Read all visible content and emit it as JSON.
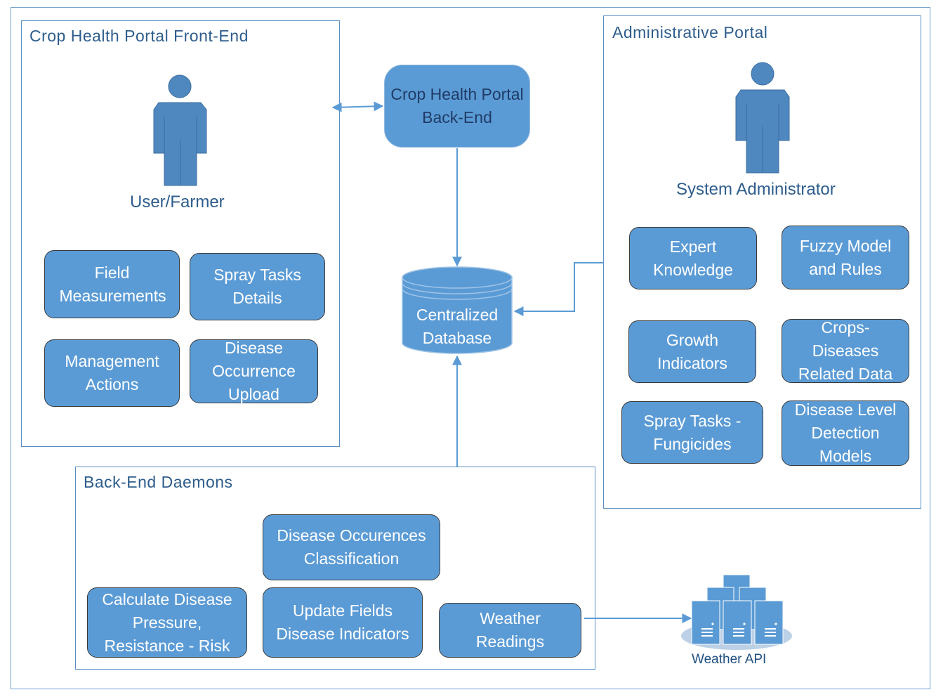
{
  "frontend": {
    "title": "Crop Health Portal Front-End",
    "actor": "User/Farmer",
    "boxes": [
      "Field Measurements",
      "Spray Tasks Details",
      "Management Actions",
      "Disease Occurrence Upload"
    ]
  },
  "backend": {
    "label": "Crop Health Portal Back-End"
  },
  "database": {
    "label": "Centralized Database"
  },
  "admin": {
    "title": "Administrative Portal",
    "actor": "System Administrator",
    "boxes": [
      "Expert Knowledge",
      "Fuzzy Model and Rules",
      "Growth Indicators",
      "Crops-Diseases Related Data",
      "Spray Tasks - Fungicides",
      "Disease Level Detection Models"
    ]
  },
  "daemons": {
    "title": "Back-End Daemons",
    "boxes": [
      "Disease Occurences Classification",
      "Calculate Disease Pressure, Resistance - Risk",
      "Update Fields Disease Indicators",
      "Weather Readings"
    ]
  },
  "weather_api": {
    "label": "Weather API"
  },
  "colors": {
    "box_fill": "#5b9bd5",
    "actor": "#4f87bf",
    "panel_border": "#5b8fc4",
    "title_text": "#2e5d8c"
  }
}
